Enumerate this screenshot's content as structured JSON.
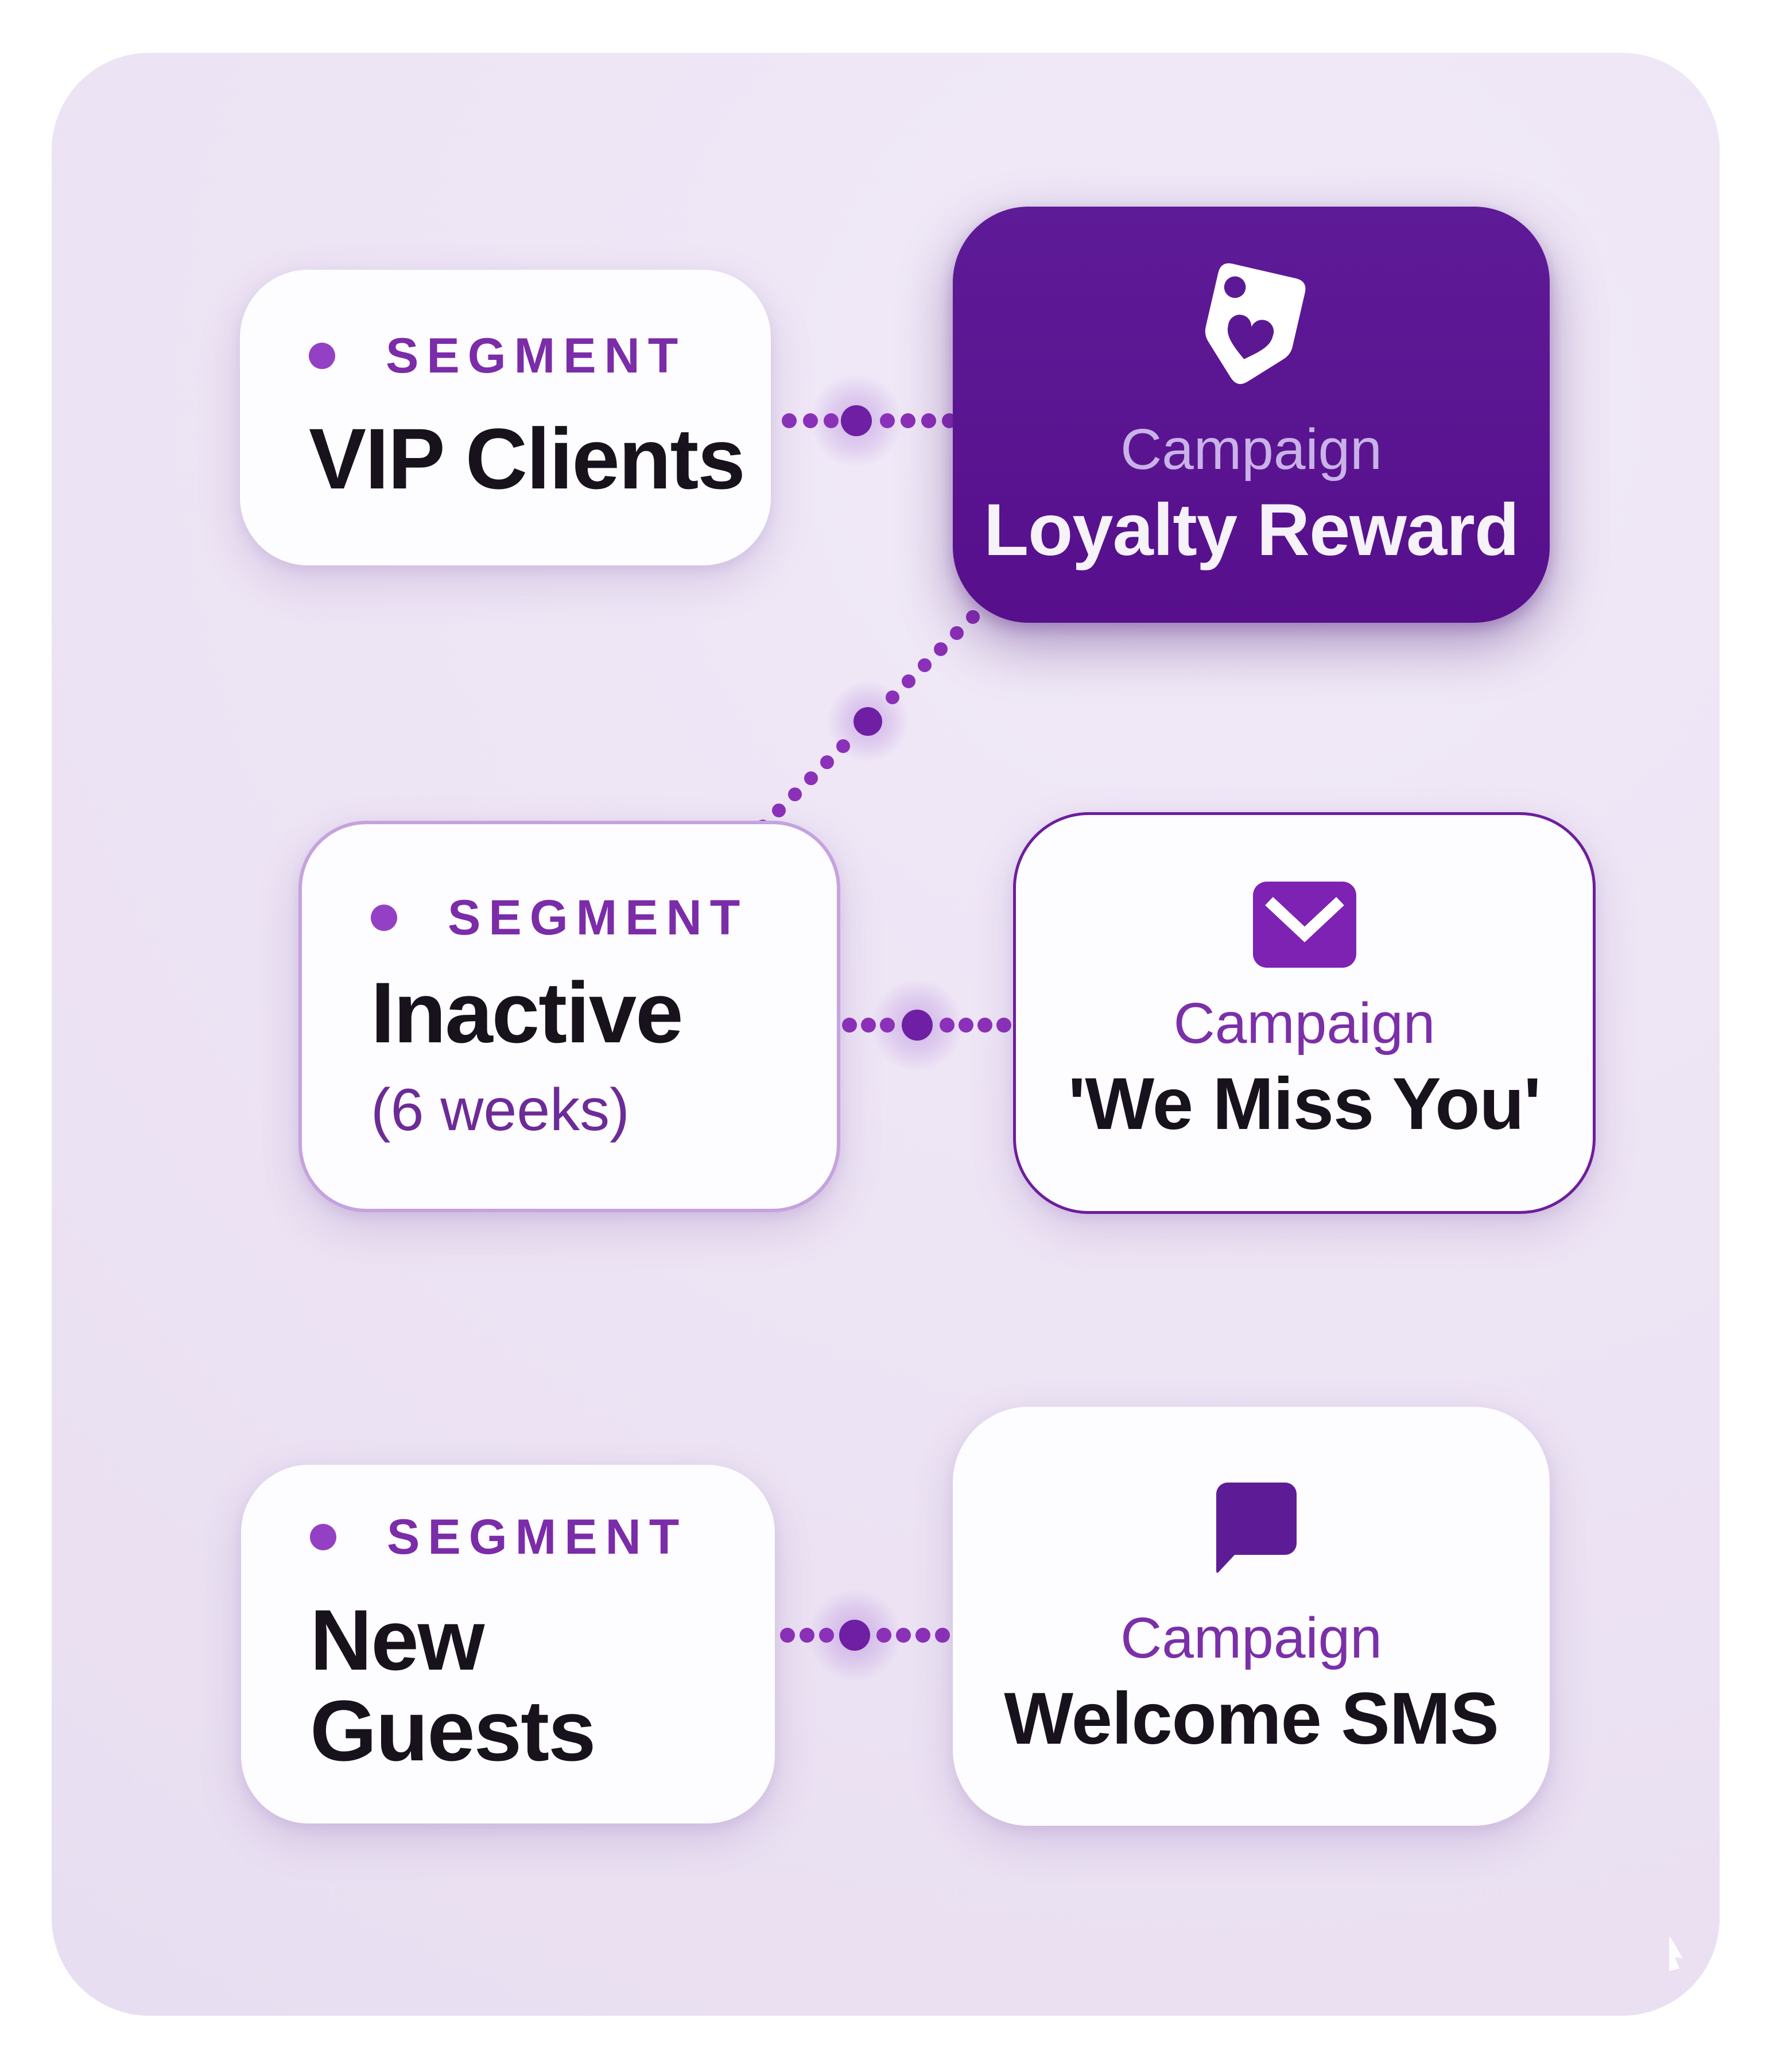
{
  "panel": {
    "background": "#EDE4F4",
    "outer_background": "#FFFFFF"
  },
  "colors": {
    "accent_purple": "#7B2FA8",
    "deep_purple_card": "#5C1793",
    "ink_text": "#17121C",
    "lavender_label_on_dark": "#C9B2E8",
    "segment_bullet": "#9440C4",
    "inactive_card_border": "#C4A3DE",
    "we_miss_you_card_border": "#6D1E9C",
    "connector_dot_small": "#8B30B8",
    "connector_dot_big": "#6E1FA3"
  },
  "segments": [
    {
      "label": "SEGMENT",
      "title": "VIP Clients"
    },
    {
      "label": "SEGMENT",
      "title": "Inactive",
      "subtitle": "(6 weeks)"
    },
    {
      "label": "SEGMENT",
      "title": "New Guests"
    }
  ],
  "campaigns": [
    {
      "label": "Campaign",
      "title": "Loyalty Reward",
      "icon": "tag-heart-icon",
      "variant": "dark"
    },
    {
      "label": "Campaign",
      "title": "'We Miss You'",
      "icon": "envelope-icon",
      "variant": "light"
    },
    {
      "label": "Campaign",
      "title": "Welcome SMS",
      "icon": "chat-bubble-icon",
      "variant": "light"
    }
  ],
  "connections": [
    {
      "from": "VIP Clients",
      "to": "Loyalty Reward",
      "style": "dotted"
    },
    {
      "from": "Inactive (6 weeks)",
      "to": "Loyalty Reward",
      "style": "dotted-diagonal"
    },
    {
      "from": "Inactive (6 weeks)",
      "to": "'We Miss You'",
      "style": "dotted"
    },
    {
      "from": "New Guests",
      "to": "Welcome SMS",
      "style": "dotted"
    }
  ]
}
